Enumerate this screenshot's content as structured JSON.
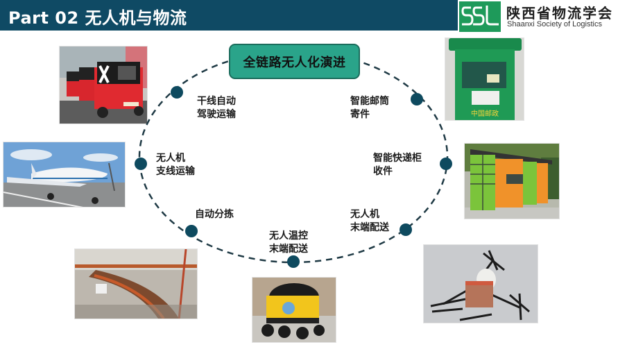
{
  "header": {
    "title": "Part 02  无人机与物流",
    "background_color": "#0f4a64"
  },
  "logo": {
    "mark": "SSL",
    "name_cn": "陕西省物流学会",
    "name_en": "Shaanxi  Society of Logistics",
    "mark_color": "#1e9a5a"
  },
  "diagram": {
    "center_label": "全链路无人化演进",
    "center_color": "#2aa48a",
    "node_color": "#0e4a5f",
    "nodes": [
      {
        "line1": "干线自动",
        "line2": "驾驶运输",
        "photo": "autonomous-trucks-photo"
      },
      {
        "line1": "智能邮筒",
        "line2": "寄件",
        "photo": "smart-mailbox-photo"
      },
      {
        "line1": "无人机",
        "line2": "支线运输",
        "photo": "cargo-drone-plane-photo"
      },
      {
        "line1": "智能快递柜",
        "line2": "收件",
        "photo": "parcel-locker-photo"
      },
      {
        "line1": "自动分拣",
        "line2": "",
        "photo": "sorting-conveyor-photo"
      },
      {
        "line1": "无人机",
        "line2": "末端配送",
        "photo": "delivery-drone-photo"
      },
      {
        "line1": "无人温控",
        "line2": "末端配送",
        "photo": "delivery-robot-photo"
      }
    ]
  }
}
